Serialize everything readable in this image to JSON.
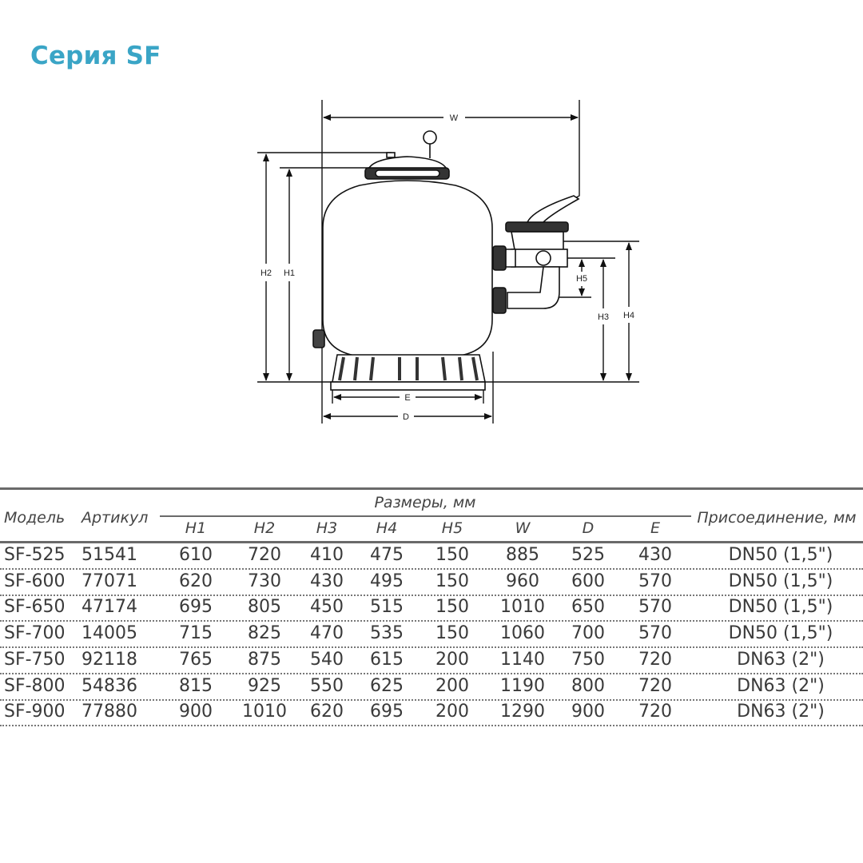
{
  "title": "Серия SF",
  "drawing": {
    "labels": {
      "W": "W",
      "H1": "H1",
      "H2": "H2",
      "H3": "H3",
      "H4": "H4",
      "H5": "H5",
      "E": "E",
      "D": "D"
    }
  },
  "table": {
    "group_header": "Размеры, мм",
    "headers": {
      "model": "Модель",
      "article": "Артикул",
      "dims": [
        "H1",
        "H2",
        "H3",
        "H4",
        "H5",
        "W",
        "D",
        "E"
      ],
      "connection": "Присоединение, мм"
    },
    "rows": [
      [
        "SF-525",
        "51541",
        "610",
        "720",
        "410",
        "475",
        "150",
        "885",
        "525",
        "430",
        "DN50 (1,5\")"
      ],
      [
        "SF-600",
        "77071",
        "620",
        "730",
        "430",
        "495",
        "150",
        "960",
        "600",
        "570",
        "DN50 (1,5\")"
      ],
      [
        "SF-650",
        "47174",
        "695",
        "805",
        "450",
        "515",
        "150",
        "1010",
        "650",
        "570",
        "DN50 (1,5\")"
      ],
      [
        "SF-700",
        "14005",
        "715",
        "825",
        "470",
        "535",
        "150",
        "1060",
        "700",
        "570",
        "DN50 (1,5\")"
      ],
      [
        "SF-750",
        "92118",
        "765",
        "875",
        "540",
        "615",
        "200",
        "1140",
        "750",
        "720",
        "DN63 (2\")"
      ],
      [
        "SF-800",
        "54836",
        "815",
        "925",
        "550",
        "625",
        "200",
        "1190",
        "800",
        "720",
        "DN63 (2\")"
      ],
      [
        "SF-900",
        "77880",
        "900",
        "1010",
        "620",
        "695",
        "200",
        "1290",
        "900",
        "720",
        "DN63 (2\")"
      ]
    ]
  }
}
